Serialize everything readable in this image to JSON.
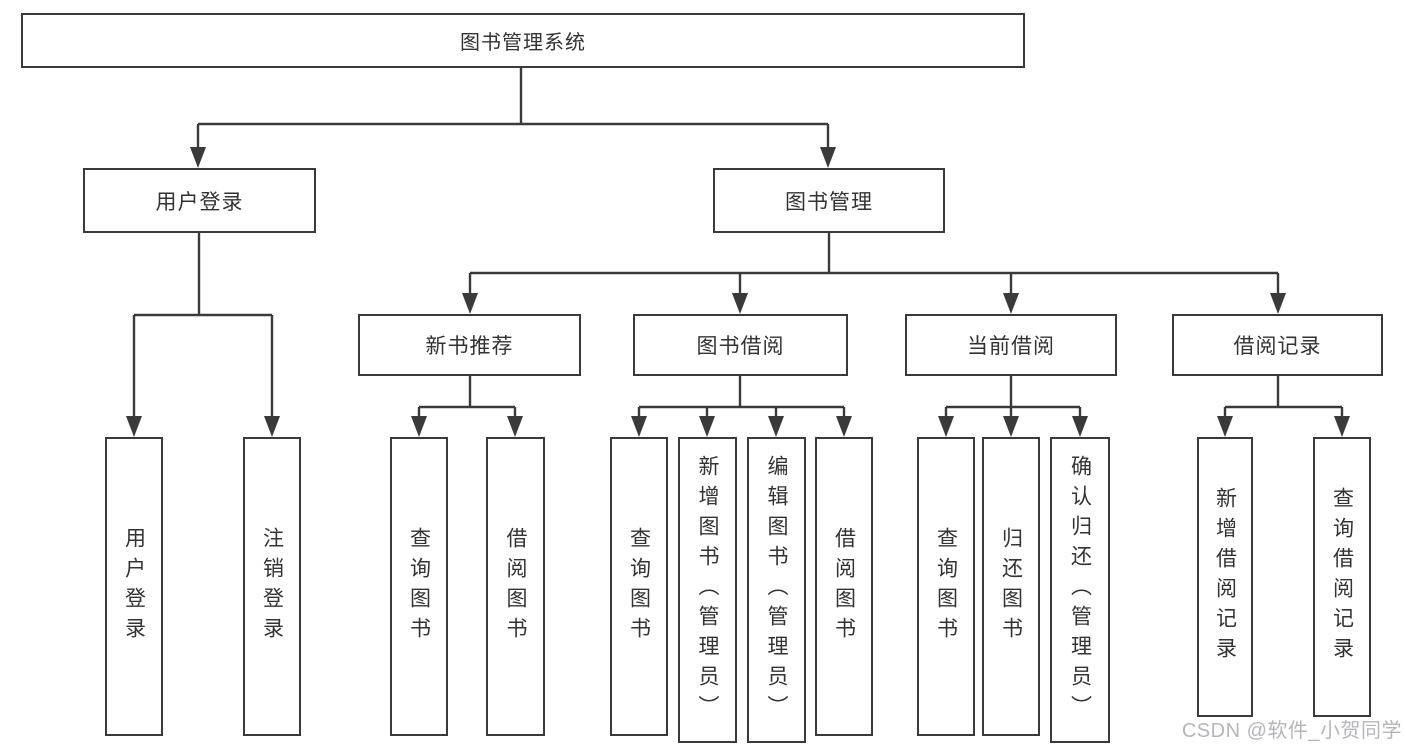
{
  "diagram": {
    "root": {
      "label": "图书管理系统"
    },
    "branches": [
      {
        "label": "用户登录",
        "children": [
          {
            "label": "用户登录"
          },
          {
            "label": "注销登录"
          }
        ]
      },
      {
        "label": "图书管理",
        "children": [
          {
            "label": "新书推荐",
            "children": [
              {
                "label": "查询图书"
              },
              {
                "label": "借阅图书"
              }
            ]
          },
          {
            "label": "图书借阅",
            "children": [
              {
                "label": "查询图书"
              },
              {
                "label": "新增图书（管理员）"
              },
              {
                "label": "编辑图书（管理员）"
              },
              {
                "label": "借阅图书"
              }
            ]
          },
          {
            "label": "当前借阅",
            "children": [
              {
                "label": "查询图书"
              },
              {
                "label": "归还图书"
              },
              {
                "label": "确认归还（管理员）"
              }
            ]
          },
          {
            "label": "借阅记录",
            "children": [
              {
                "label": "新增借阅记录"
              },
              {
                "label": "查询借阅记录"
              }
            ]
          }
        ]
      }
    ]
  },
  "watermark": {
    "text": "CSDN @软件_小贺同学"
  },
  "colors": {
    "line": "#3a3a3a",
    "box_border": "#3a3a3a",
    "text": "#333333",
    "watermark": "#b5b5ba",
    "background": "#ffffff"
  }
}
